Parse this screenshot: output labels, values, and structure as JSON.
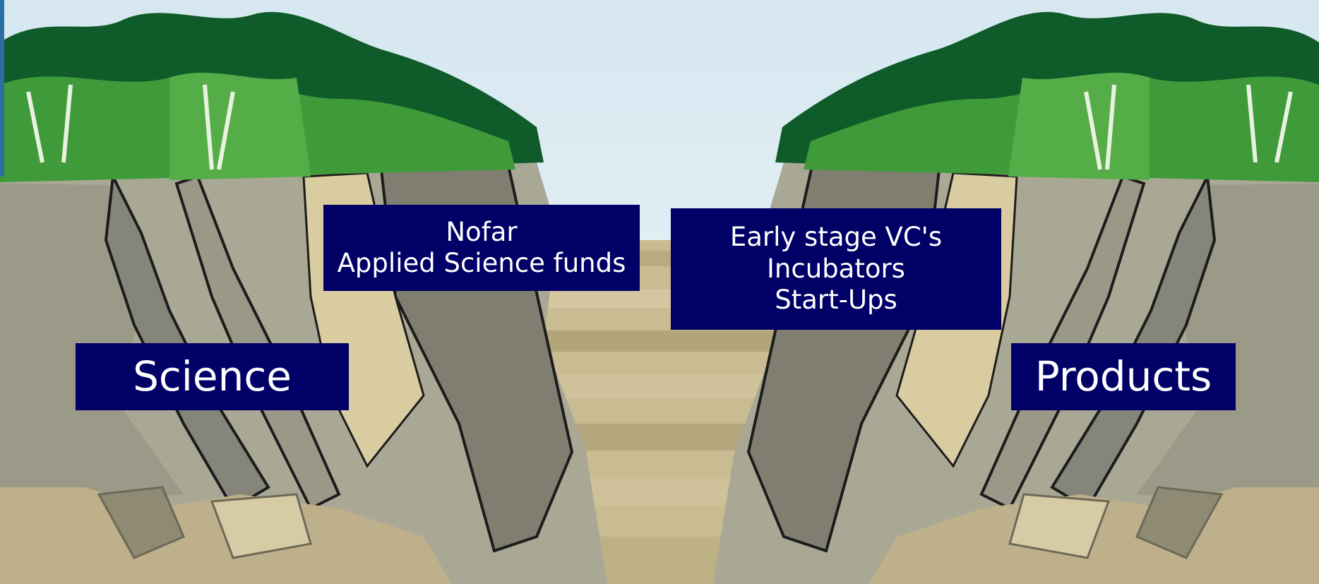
{
  "labels": {
    "left_end": "Science",
    "right_end": "Products",
    "left_bridge_lines": [
      "Nofar",
      "Applied Science funds"
    ],
    "right_bridge_lines": [
      "Early stage VC's",
      "Incubators",
      "Start-Ups"
    ]
  },
  "colors": {
    "label_box": "#000066",
    "label_text": "#ffffff",
    "sky_top": "#dbe9f1",
    "sky_bottom": "#eef5f9",
    "canyon_floor": "#c7b98f",
    "cliff_grey": "#9c9b8a",
    "cliff_outline": "#1c1c1c",
    "foliage_dark": "#0f5c2a",
    "foliage_light": "#3f9b3a"
  }
}
